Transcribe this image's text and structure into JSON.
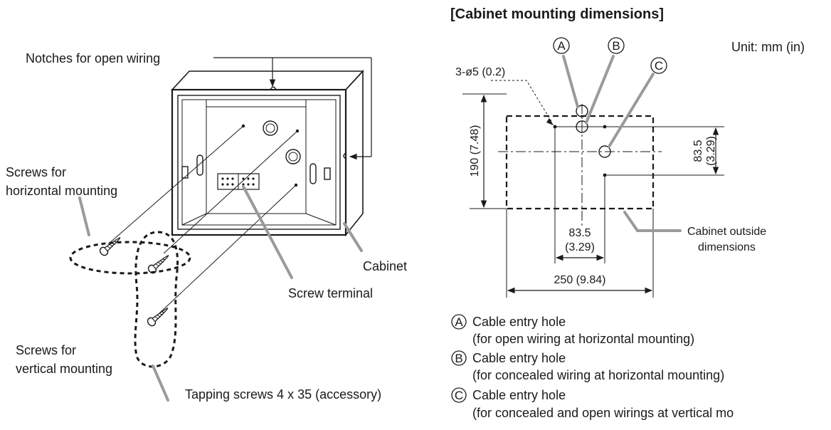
{
  "left_diagram": {
    "notches_label": "Notches for open wiring",
    "screws_horizontal_line1": "Screws for",
    "screws_horizontal_line2": "horizontal mounting",
    "screws_vertical_line1": "Screws for",
    "screws_vertical_line2": "vertical mounting",
    "cabinet_label": "Cabinet",
    "screw_terminal_label": "Screw terminal",
    "tapping_screws_label": "Tapping screws 4 x 35 (accessory)"
  },
  "right_diagram": {
    "title": "[Cabinet mounting dimensions]",
    "unit_label": "Unit: mm (in)",
    "hole_marker_a": "A",
    "hole_marker_b": "B",
    "hole_marker_c": "C",
    "hole_spec": "3-ø5 (0.2)",
    "height_dim": "190 (7.48)",
    "right_dim_line1": "83.5",
    "right_dim_line2": "(3.29)",
    "bottom_inner_dim_line1": "83.5",
    "bottom_inner_dim_line2": "(3.29)",
    "width_dim": "250 (9.84)",
    "outside_label_line1": "Cabinet outside",
    "outside_label_line2": "dimensions"
  },
  "legend": [
    {
      "marker": "A",
      "line1": "Cable entry hole",
      "line2": "(for open wiring at horizontal mounting)"
    },
    {
      "marker": "B",
      "line1": "Cable entry hole",
      "line2": "(for concealed wiring at horizontal mounting)"
    },
    {
      "marker": "C",
      "line1": "Cable entry hole",
      "line2": "(for concealed and open wirings at vertical mo"
    }
  ]
}
